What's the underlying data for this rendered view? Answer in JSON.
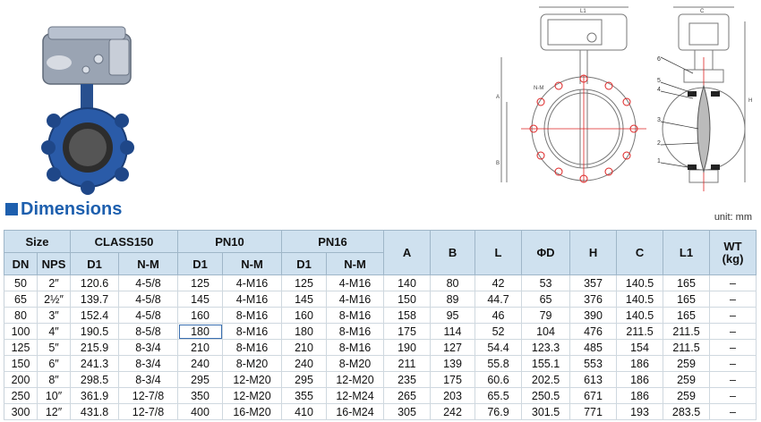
{
  "section_title": "Dimensions",
  "unit_label": "unit: mm",
  "diagram_labels": {
    "l1": "L1",
    "nm": "N-M",
    "a": "A",
    "b": "B",
    "c": "C",
    "h": "H",
    "parts": [
      "6",
      "5",
      "4",
      "3",
      "2",
      "1"
    ]
  },
  "table": {
    "group_headers": {
      "size": "Size",
      "class150": "CLASS150",
      "pn10": "PN10",
      "pn16": "PN16",
      "a": "A",
      "b": "B",
      "l": "L",
      "phid": "ΦD",
      "h": "H",
      "c": "C",
      "l1": "L1",
      "wt": "WT\n(kg)"
    },
    "sub_headers": [
      "DN",
      "NPS",
      "D1",
      "N-M",
      "D1",
      "N-M",
      "D1",
      "N-M"
    ],
    "rows": [
      [
        "50",
        "2″",
        "120.6",
        "4-5/8",
        "125",
        "4-M16",
        "125",
        "4-M16",
        "140",
        "80",
        "42",
        "53",
        "357",
        "140.5",
        "165",
        "–"
      ],
      [
        "65",
        "2½″",
        "139.7",
        "4-5/8",
        "145",
        "4-M16",
        "145",
        "4-M16",
        "150",
        "89",
        "44.7",
        "65",
        "376",
        "140.5",
        "165",
        "–"
      ],
      [
        "80",
        "3″",
        "152.4",
        "4-5/8",
        "160",
        "8-M16",
        "160",
        "8-M16",
        "158",
        "95",
        "46",
        "79",
        "390",
        "140.5",
        "165",
        "–"
      ],
      [
        "100",
        "4″",
        "190.5",
        "8-5/8",
        "180",
        "8-M16",
        "180",
        "8-M16",
        "175",
        "114",
        "52",
        "104",
        "476",
        "211.5",
        "211.5",
        "–"
      ],
      [
        "125",
        "5″",
        "215.9",
        "8-3/4",
        "210",
        "8-M16",
        "210",
        "8-M16",
        "190",
        "127",
        "54.4",
        "123.3",
        "485",
        "154",
        "211.5",
        "–"
      ],
      [
        "150",
        "6″",
        "241.3",
        "8-3/4",
        "240",
        "8-M20",
        "240",
        "8-M20",
        "211",
        "139",
        "55.8",
        "155.1",
        "553",
        "186",
        "259",
        "–"
      ],
      [
        "200",
        "8″",
        "298.5",
        "8-3/4",
        "295",
        "12-M20",
        "295",
        "12-M20",
        "235",
        "175",
        "60.6",
        "202.5",
        "613",
        "186",
        "259",
        "–"
      ],
      [
        "250",
        "10″",
        "361.9",
        "12-7/8",
        "350",
        "12-M20",
        "355",
        "12-M24",
        "265",
        "203",
        "65.5",
        "250.5",
        "671",
        "186",
        "259",
        "–"
      ],
      [
        "300",
        "12″",
        "431.8",
        "12-7/8",
        "400",
        "16-M20",
        "410",
        "16-M24",
        "305",
        "242",
        "76.9",
        "301.5",
        "771",
        "193",
        "283.5",
        "–"
      ]
    ]
  }
}
